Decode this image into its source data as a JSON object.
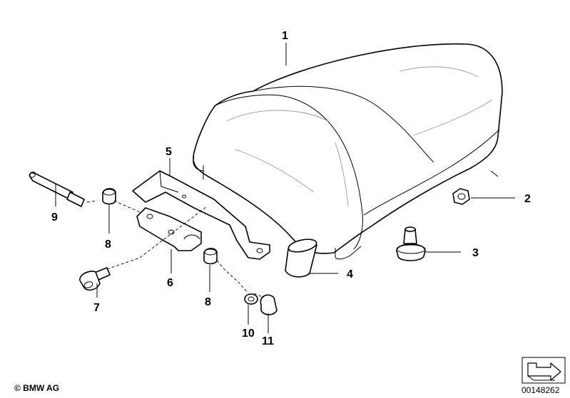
{
  "callouts": [
    {
      "label": "1"
    },
    {
      "label": "2"
    },
    {
      "label": "3"
    },
    {
      "label": "4"
    },
    {
      "label": "5"
    },
    {
      "label": "6"
    },
    {
      "label": "7"
    },
    {
      "label": "8"
    },
    {
      "label": "8"
    },
    {
      "label": "9"
    },
    {
      "label": "10"
    },
    {
      "label": "11"
    }
  ],
  "footer": {
    "copyright": "© BMW AG",
    "document_number": "00148262"
  },
  "icons": {
    "direction": "direction-arrow-icon"
  }
}
